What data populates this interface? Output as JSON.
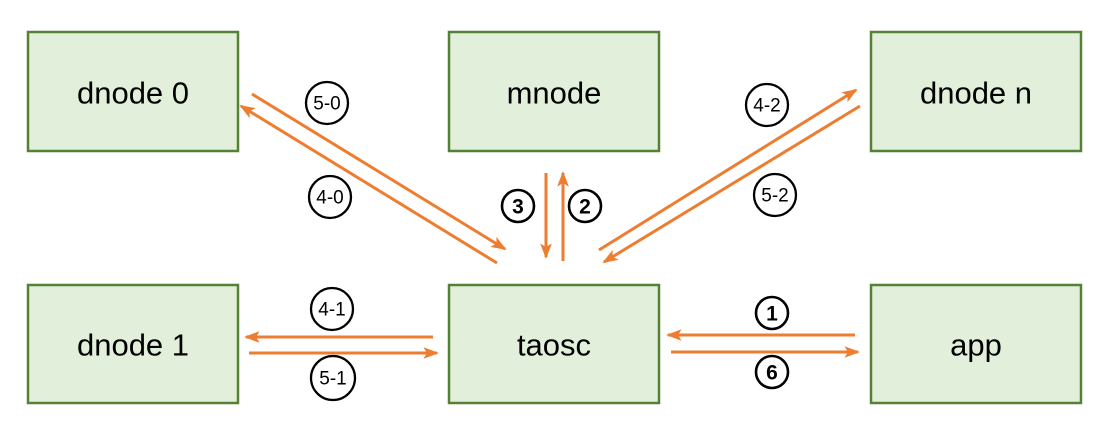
{
  "diagram": {
    "colors": {
      "background": "#FFFFFF",
      "node-fill": "#E2EFDA",
      "node-border": "#538135",
      "arrow": "#ED7D31",
      "label-stroke": "#000000",
      "text": "#000000"
    },
    "nodes": [
      {
        "id": "dnode0",
        "label": "dnode 0"
      },
      {
        "id": "mnode",
        "label": "mnode"
      },
      {
        "id": "dnoden",
        "label": "dnode n"
      },
      {
        "id": "dnode1",
        "label": "dnode 1"
      },
      {
        "id": "taosc",
        "label": "taosc"
      },
      {
        "id": "app",
        "label": "app"
      }
    ],
    "edges": [
      {
        "id": "step-1",
        "label": "1",
        "from": "app",
        "to": "taosc"
      },
      {
        "id": "step-2",
        "label": "2",
        "from": "taosc",
        "to": "mnode"
      },
      {
        "id": "step-3",
        "label": "3",
        "from": "mnode",
        "to": "taosc"
      },
      {
        "id": "step-4-0",
        "label": "4-0",
        "from": "taosc",
        "to": "dnode 0"
      },
      {
        "id": "step-4-1",
        "label": "4-1",
        "from": "taosc",
        "to": "dnode 1"
      },
      {
        "id": "step-4-2",
        "label": "4-2",
        "from": "taosc",
        "to": "dnode n"
      },
      {
        "id": "step-5-0",
        "label": "5-0",
        "from": "dnode 0",
        "to": "taosc"
      },
      {
        "id": "step-5-1",
        "label": "5-1",
        "from": "dnode 1",
        "to": "taosc"
      },
      {
        "id": "step-5-2",
        "label": "5-2",
        "from": "dnode n",
        "to": "taosc"
      },
      {
        "id": "step-6",
        "label": "6",
        "from": "taosc",
        "to": "app"
      }
    ]
  }
}
